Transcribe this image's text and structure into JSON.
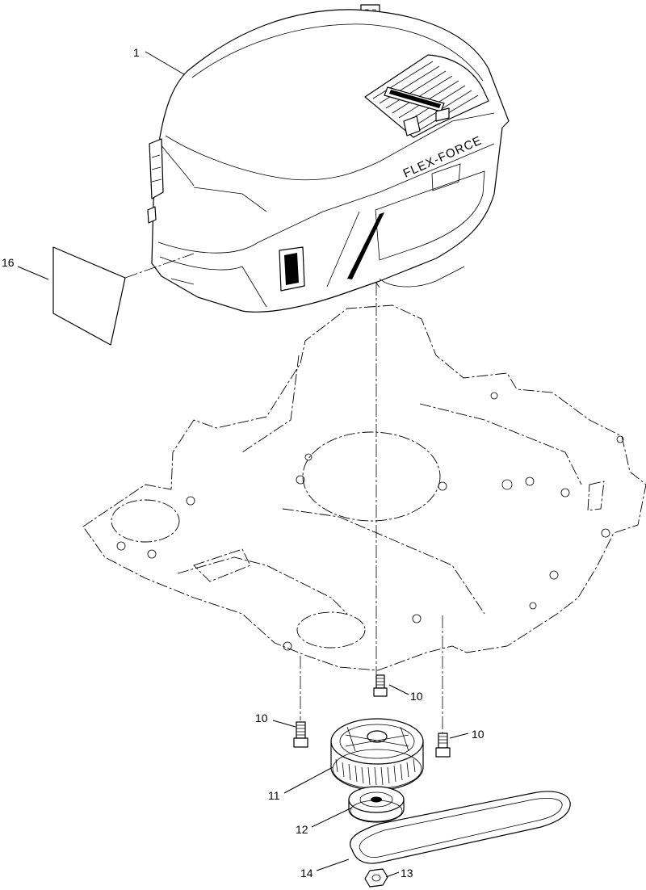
{
  "diagram": {
    "brand_logo": "FLEX-FORCE",
    "callouts": {
      "engine_shroud": "1",
      "decal": "16",
      "bolt_top": "10",
      "bolt_left": "10",
      "bolt_right": "10",
      "drive_pulley": "11",
      "idler_pulley": "12",
      "belt": "14",
      "nut": "13"
    }
  }
}
